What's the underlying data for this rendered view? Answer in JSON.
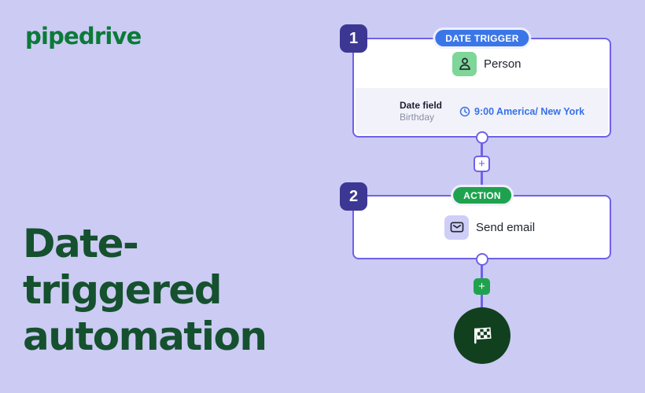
{
  "logo": {
    "text": "pipedrive"
  },
  "heading": {
    "lines": [
      "Date-",
      "triggered",
      "automation"
    ]
  },
  "workflow": {
    "steps": [
      {
        "number": "1",
        "badge": "DATE TRIGGER",
        "entity": "Person",
        "settings": {
          "field_label": "Date field",
          "field_value": "Birthday",
          "time": "9:00 America/ New York"
        }
      },
      {
        "number": "2",
        "badge": "ACTION",
        "entity": "Send email"
      }
    ],
    "add_button_label": "+",
    "icons": {
      "person": "person-outline",
      "mail": "envelope-outline",
      "clock": "clock-outline",
      "finish": "checkered-flag",
      "add": "plus"
    }
  },
  "colors": {
    "background": "#cccbf4",
    "logo_green": "#0b7a38",
    "heading_green": "#15512e",
    "card_border_purple": "#6f61e8",
    "step_badge_indigo": "#3d3794",
    "trigger_pill_blue": "#3b76e8",
    "action_pill_green": "#1fa24e",
    "entity_icon_green": "#7ed698",
    "entity_icon_lavender": "#cfcef7",
    "settings_bg": "#f2f2fb",
    "time_blue": "#3671e8",
    "finish_circle_green": "#11401f"
  }
}
